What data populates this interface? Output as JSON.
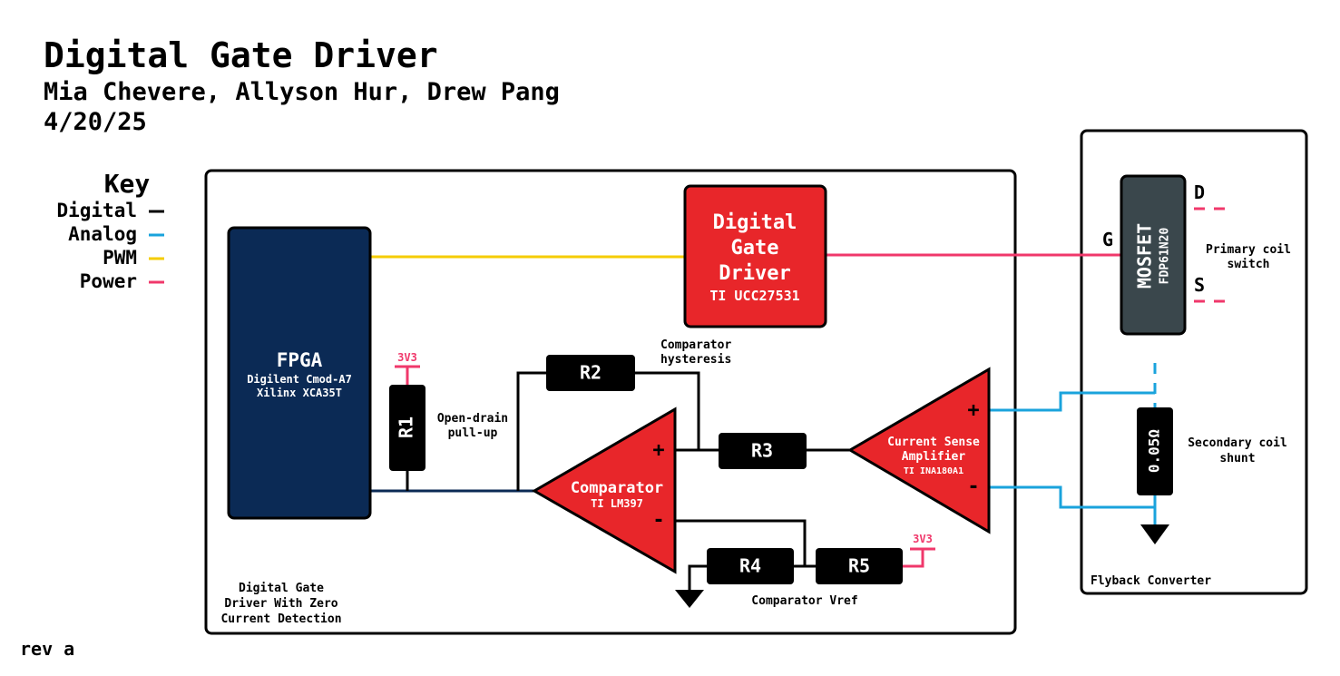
{
  "header": {
    "title": "Digital Gate Driver",
    "authors": "Mia Chevere, Allyson Hur, Drew Pang",
    "date": "4/20/25",
    "revision": "rev a"
  },
  "legend": {
    "title": "Key",
    "items": [
      {
        "label": "Digital",
        "color": "#000000"
      },
      {
        "label": "Analog",
        "color": "#1aa3dc"
      },
      {
        "label": "PWM",
        "color": "#f5cc00"
      },
      {
        "label": "Power",
        "color": "#f0386b"
      }
    ]
  },
  "colors": {
    "red_block": "#e8262a",
    "fpga_block": "#0b2a55",
    "mosfet_block": "#3a474c",
    "digital": "#000000",
    "analog": "#1aa3dc",
    "pwm": "#f5cc00",
    "power": "#f0386b",
    "fpga_signal": "#0b2a55"
  },
  "main_board": {
    "caption_lines": [
      "Digital Gate",
      "Driver With Zero",
      "Current Detection"
    ]
  },
  "fpga": {
    "title": "FPGA",
    "line1": "Digilent Cmod-A7",
    "line2": "Xilinx XCA35T"
  },
  "gate_driver": {
    "lines": [
      "Digital",
      "Gate",
      "Driver"
    ],
    "part": "TI UCC27531"
  },
  "comparator": {
    "title": "Comparator",
    "part": "TI LM397",
    "plus": "+",
    "minus": "-"
  },
  "current_sense": {
    "line1": "Current Sense",
    "line2": "Amplifier",
    "part": "TI INA180A1",
    "plus": "+",
    "minus": "-"
  },
  "resistors": {
    "r1": "R1",
    "r2": "R2",
    "r3": "R3",
    "r4": "R4",
    "r5": "R5"
  },
  "rail_labels": {
    "r1_rail": "3V3",
    "r5_rail": "3V3"
  },
  "annotations": {
    "pullup_lines": [
      "Open-drain",
      "pull-up"
    ],
    "hysteresis_lines": [
      "Comparator",
      "hysteresis"
    ],
    "vref": "Comparator Vref"
  },
  "flyback": {
    "caption": "Flyback Converter",
    "mosfet_title": "MOSFET",
    "mosfet_part": "FDP61N20",
    "pin_d": "D",
    "pin_g": "G",
    "pin_s": "S",
    "switch_lines": [
      "Primary coil",
      "switch"
    ],
    "shunt_value": "0.05Ω",
    "shunt_lines": [
      "Secondary coil",
      "shunt"
    ]
  }
}
